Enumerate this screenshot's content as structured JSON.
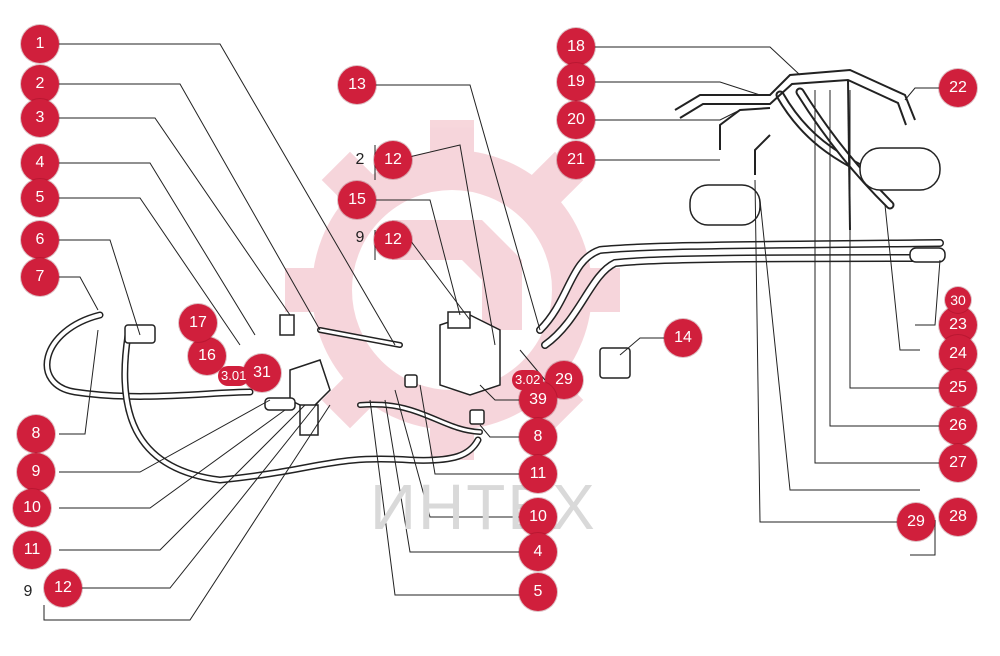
{
  "watermark_text": "ИНТЕХ",
  "accent_color": "#d01f3c",
  "line_color": "#222222",
  "callouts": [
    "1",
    "2",
    "3",
    "4",
    "5",
    "6",
    "7",
    "8",
    "9",
    "10",
    "11",
    "12",
    "9",
    "12",
    "13",
    "15",
    "9",
    "12",
    "16",
    "17",
    "18",
    "19",
    "20",
    "21",
    "22",
    "23",
    "24",
    "25",
    "26",
    "27",
    "28",
    "29",
    "29",
    "14",
    "30",
    "31",
    "39",
    "8",
    "11",
    "10",
    "4",
    "5",
    "2",
    "9",
    "10",
    "11",
    "9",
    "12"
  ],
  "tags": [
    "3.01",
    "3.02"
  ]
}
